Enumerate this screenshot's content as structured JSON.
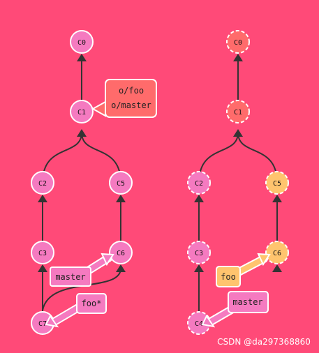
{
  "colors": {
    "background": "#ff4a78",
    "commit_pink": "#f57ac0",
    "commit_red": "#ff6b6b",
    "commit_orange": "#ffc46e",
    "branch_red": "#ff6b6b",
    "branch_pink": "#f57ac0",
    "branch_orange": "#ffc46e"
  },
  "left_graph": {
    "commits": [
      "C0",
      "C1",
      "C2",
      "C5",
      "C3",
      "C6",
      "C7"
    ],
    "labels": {
      "remote_line1": "o/foo",
      "remote_line2": "o/master",
      "master": "master",
      "foo": "foo*"
    }
  },
  "right_graph": {
    "commits": [
      "C0",
      "C1",
      "C2",
      "C5",
      "C3",
      "C6",
      "C4"
    ],
    "labels": {
      "foo": "foo",
      "master": "master"
    }
  },
  "watermark": "CSDN @da297368860"
}
